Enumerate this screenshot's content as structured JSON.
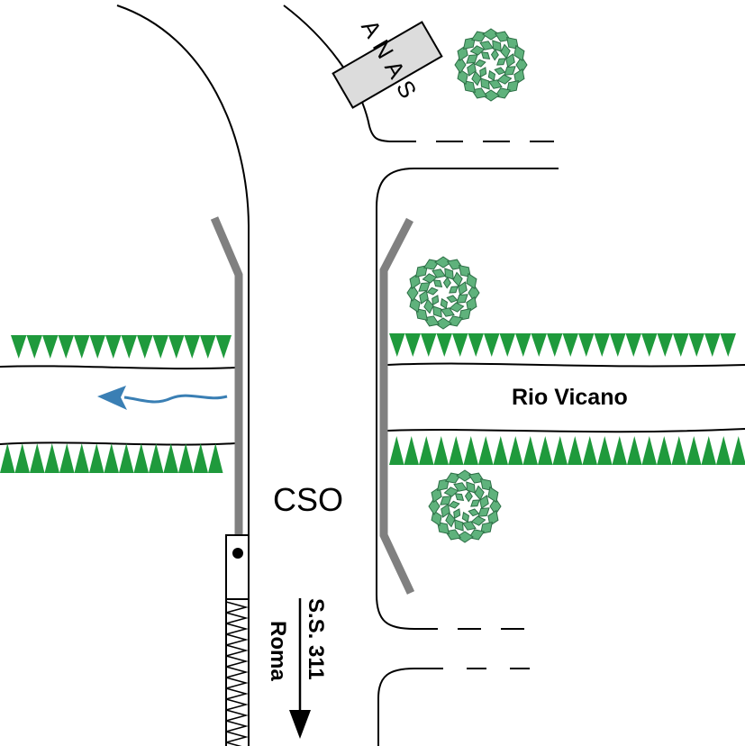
{
  "labels": {
    "building": "ANAS",
    "river": "Rio Vicano",
    "cso": "CSO",
    "road_line1": "S.S. 311",
    "road_line2": "Roma"
  },
  "colors": {
    "vegetation": "#1f9a3c",
    "tree_fill": "#5fb27c",
    "tree_stroke": "#2c6e45",
    "wall": "#808080",
    "flow_arrow": "#3a7fb4",
    "building_fill": "#dcdcdc"
  },
  "icons": {
    "flow": "flow-direction-arrow",
    "road": "road-direction-arrow",
    "tree": "tree-icon"
  }
}
